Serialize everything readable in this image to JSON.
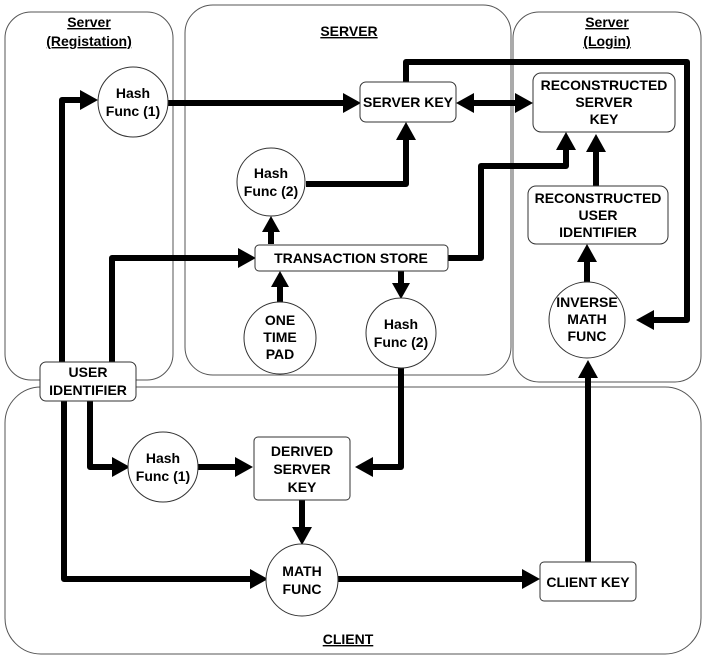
{
  "panels": {
    "registration": {
      "title_line1": "Server",
      "title_line2": "(Registation)"
    },
    "server": {
      "title": "SERVER"
    },
    "login": {
      "title_line1": "Server",
      "title_line2": "(Login)"
    },
    "client": {
      "title": "CLIENT"
    }
  },
  "nodes": {
    "hash_func_reg": {
      "line1": "Hash",
      "line2": "Func (1)"
    },
    "server_key": {
      "label": "SERVER KEY"
    },
    "reconstructed_server_key": {
      "line1": "RECONSTRUCTED",
      "line2": "SERVER",
      "line3": "KEY"
    },
    "hash_func_2_top": {
      "line1": "Hash",
      "line2": "Func (2)"
    },
    "reconstructed_user_identifier": {
      "line1": "RECONSTRUCTED",
      "line2": "USER",
      "line3": "IDENTIFIER"
    },
    "transaction_store": {
      "label": "TRANSACTION STORE"
    },
    "inverse_math_func": {
      "line1": "INVERSE",
      "line2": "MATH",
      "line3": "FUNC"
    },
    "one_time_pad": {
      "line1": "ONE",
      "line2": "TIME",
      "line3": "PAD"
    },
    "hash_func_2_bottom": {
      "line1": "Hash",
      "line2": "Func (2)"
    },
    "user_identifier": {
      "line1": "USER",
      "line2": "IDENTIFIER"
    },
    "hash_func_client": {
      "line1": "Hash",
      "line2": "Func (1)"
    },
    "derived_server_key": {
      "line1": "DERIVED",
      "line2": "SERVER",
      "line3": "KEY"
    },
    "math_func": {
      "line1": "MATH",
      "line2": "FUNC"
    },
    "client_key": {
      "label": "CLIENT KEY"
    }
  }
}
